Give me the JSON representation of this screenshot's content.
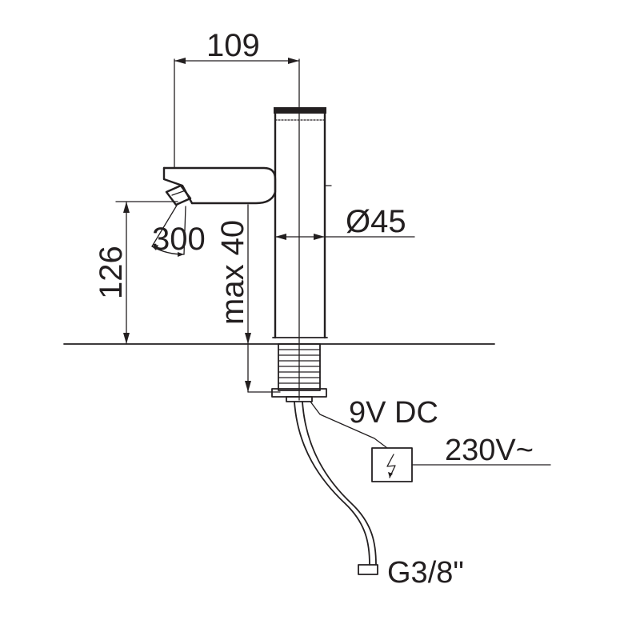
{
  "dimensions": {
    "spout_reach": "109",
    "body_diameter": "Ø45",
    "spout_height": "126",
    "sensor_range": "300",
    "max_deck_thickness": "max 40"
  },
  "connections": {
    "sensor_voltage": "9V DC",
    "mains_voltage": "230V~",
    "water_inlet": "G3/8\""
  },
  "icons": {
    "power_supply": "lightning-bolt-icon"
  }
}
